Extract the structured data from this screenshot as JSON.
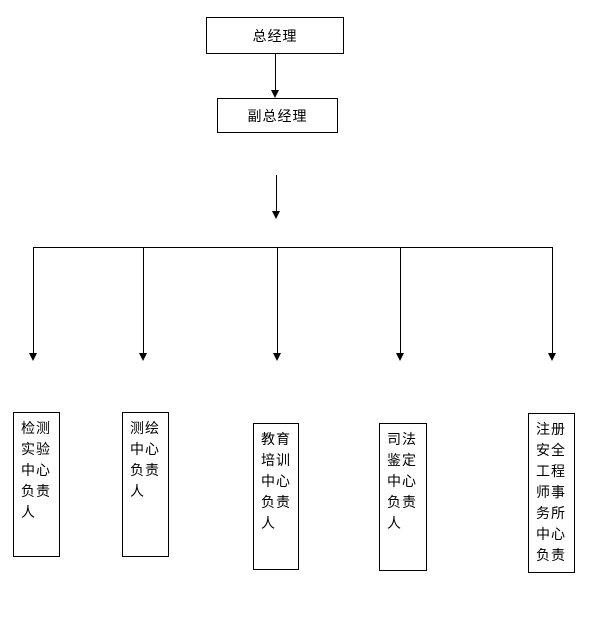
{
  "org": {
    "top": {
      "label": "总经理"
    },
    "second": {
      "label": "副总经理"
    },
    "departments": [
      {
        "name": "testing-lab-center-head",
        "label": "检测\n实验\n中心\n负责\n人"
      },
      {
        "name": "surveying-center-head",
        "label": "测绘\n中心\n负责\n人"
      },
      {
        "name": "education-training-center-head",
        "label": "教育\n培训\n中心\n负责\n人"
      },
      {
        "name": "judicial-appraisal-center-head",
        "label": "司法\n鉴定\n中心\n负责\n人"
      },
      {
        "name": "registered-safety-engineer-office-center-head",
        "label": "注册\n安全\n工程\n师事\n务所\n中心\n负责"
      }
    ]
  },
  "colors": {
    "line": "#000000",
    "box_border": "#000000",
    "text": "#000000",
    "background": "#ffffff"
  }
}
